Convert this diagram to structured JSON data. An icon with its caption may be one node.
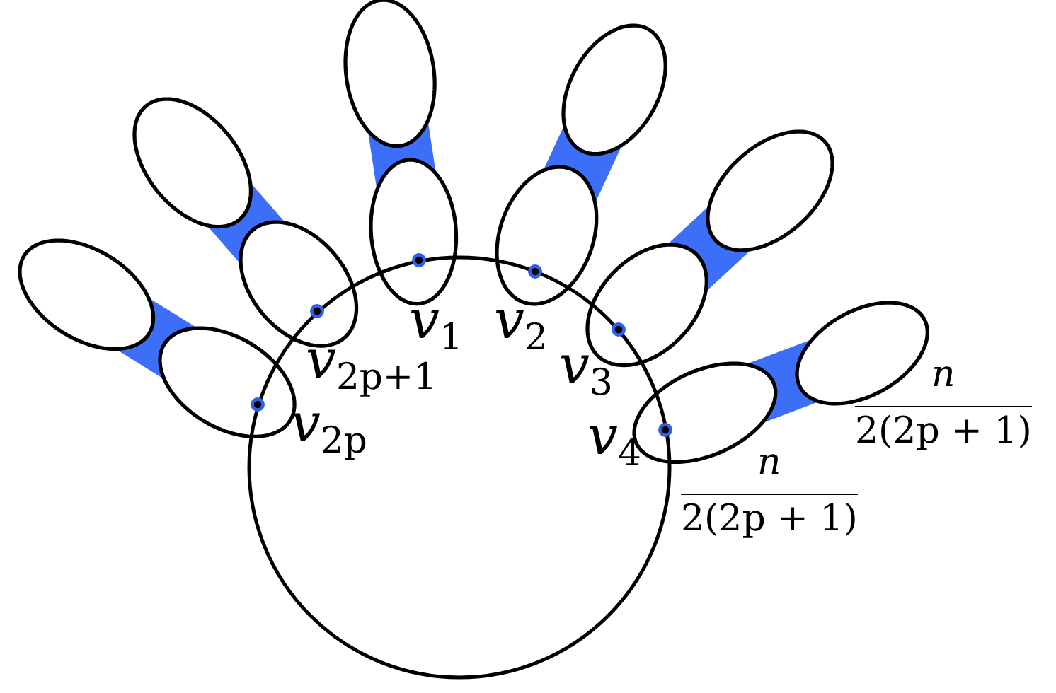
{
  "diagram": {
    "nodes": [
      {
        "text": [],
        "shape": "circle"
      },
      {
        "text": [],
        "shape": "ellipse"
      },
      {
        "text": [],
        "shape": "dot",
        "in": 1
      },
      {
        "text": [],
        "shape": "ellipse"
      },
      {
        "text": [],
        "shape": "ellipse"
      },
      {
        "text": [],
        "shape": "dot",
        "in": 4
      },
      {
        "text": [],
        "shape": "ellipse"
      },
      {
        "text": [],
        "shape": "ellipse"
      },
      {
        "text": [],
        "shape": "dot",
        "in": 7
      },
      {
        "text": [],
        "shape": "ellipse"
      },
      {
        "text": [],
        "shape": "ellipse"
      },
      {
        "text": [],
        "shape": "dot",
        "in": 10
      },
      {
        "text": [],
        "shape": "ellipse"
      },
      {
        "text": [],
        "shape": "ellipse"
      },
      {
        "text": [],
        "shape": "dot",
        "in": 13
      },
      {
        "text": [],
        "shape": "ellipse"
      },
      {
        "text": [],
        "shape": "ellipse",
        "beside": [
          "n",
          "2(2p + 1)"
        ]
      },
      {
        "text": [],
        "shape": "dot",
        "in": 16
      },
      {
        "text": [],
        "shape": "ellipse",
        "beside": [
          "n",
          "2(2p + 1)"
        ]
      }
    ],
    "edges": [
      {
        "from": 1,
        "to": 3,
        "arrow": "none",
        "style": "thick",
        "color": "#3d6ef7"
      },
      {
        "from": 4,
        "to": 6,
        "arrow": "none",
        "style": "thick",
        "color": "#3d6ef7"
      },
      {
        "from": 7,
        "to": 9,
        "arrow": "none",
        "style": "thick",
        "color": "#3d6ef7"
      },
      {
        "from": 10,
        "to": 12,
        "arrow": "none",
        "style": "thick",
        "color": "#3d6ef7"
      },
      {
        "from": 13,
        "to": 15,
        "arrow": "none",
        "style": "thick",
        "color": "#3d6ef7"
      },
      {
        "from": 16,
        "to": 18,
        "arrow": "none",
        "style": "thick",
        "color": "#3d6ef7"
      }
    ],
    "labels": [
      "*v*$_{1}$",
      "*v*$_{2}$",
      "*v*$_{2p+1}$",
      "*v*$_{3}$",
      "*v*$_{2p}$",
      "*v*$_{4}$"
    ]
  }
}
